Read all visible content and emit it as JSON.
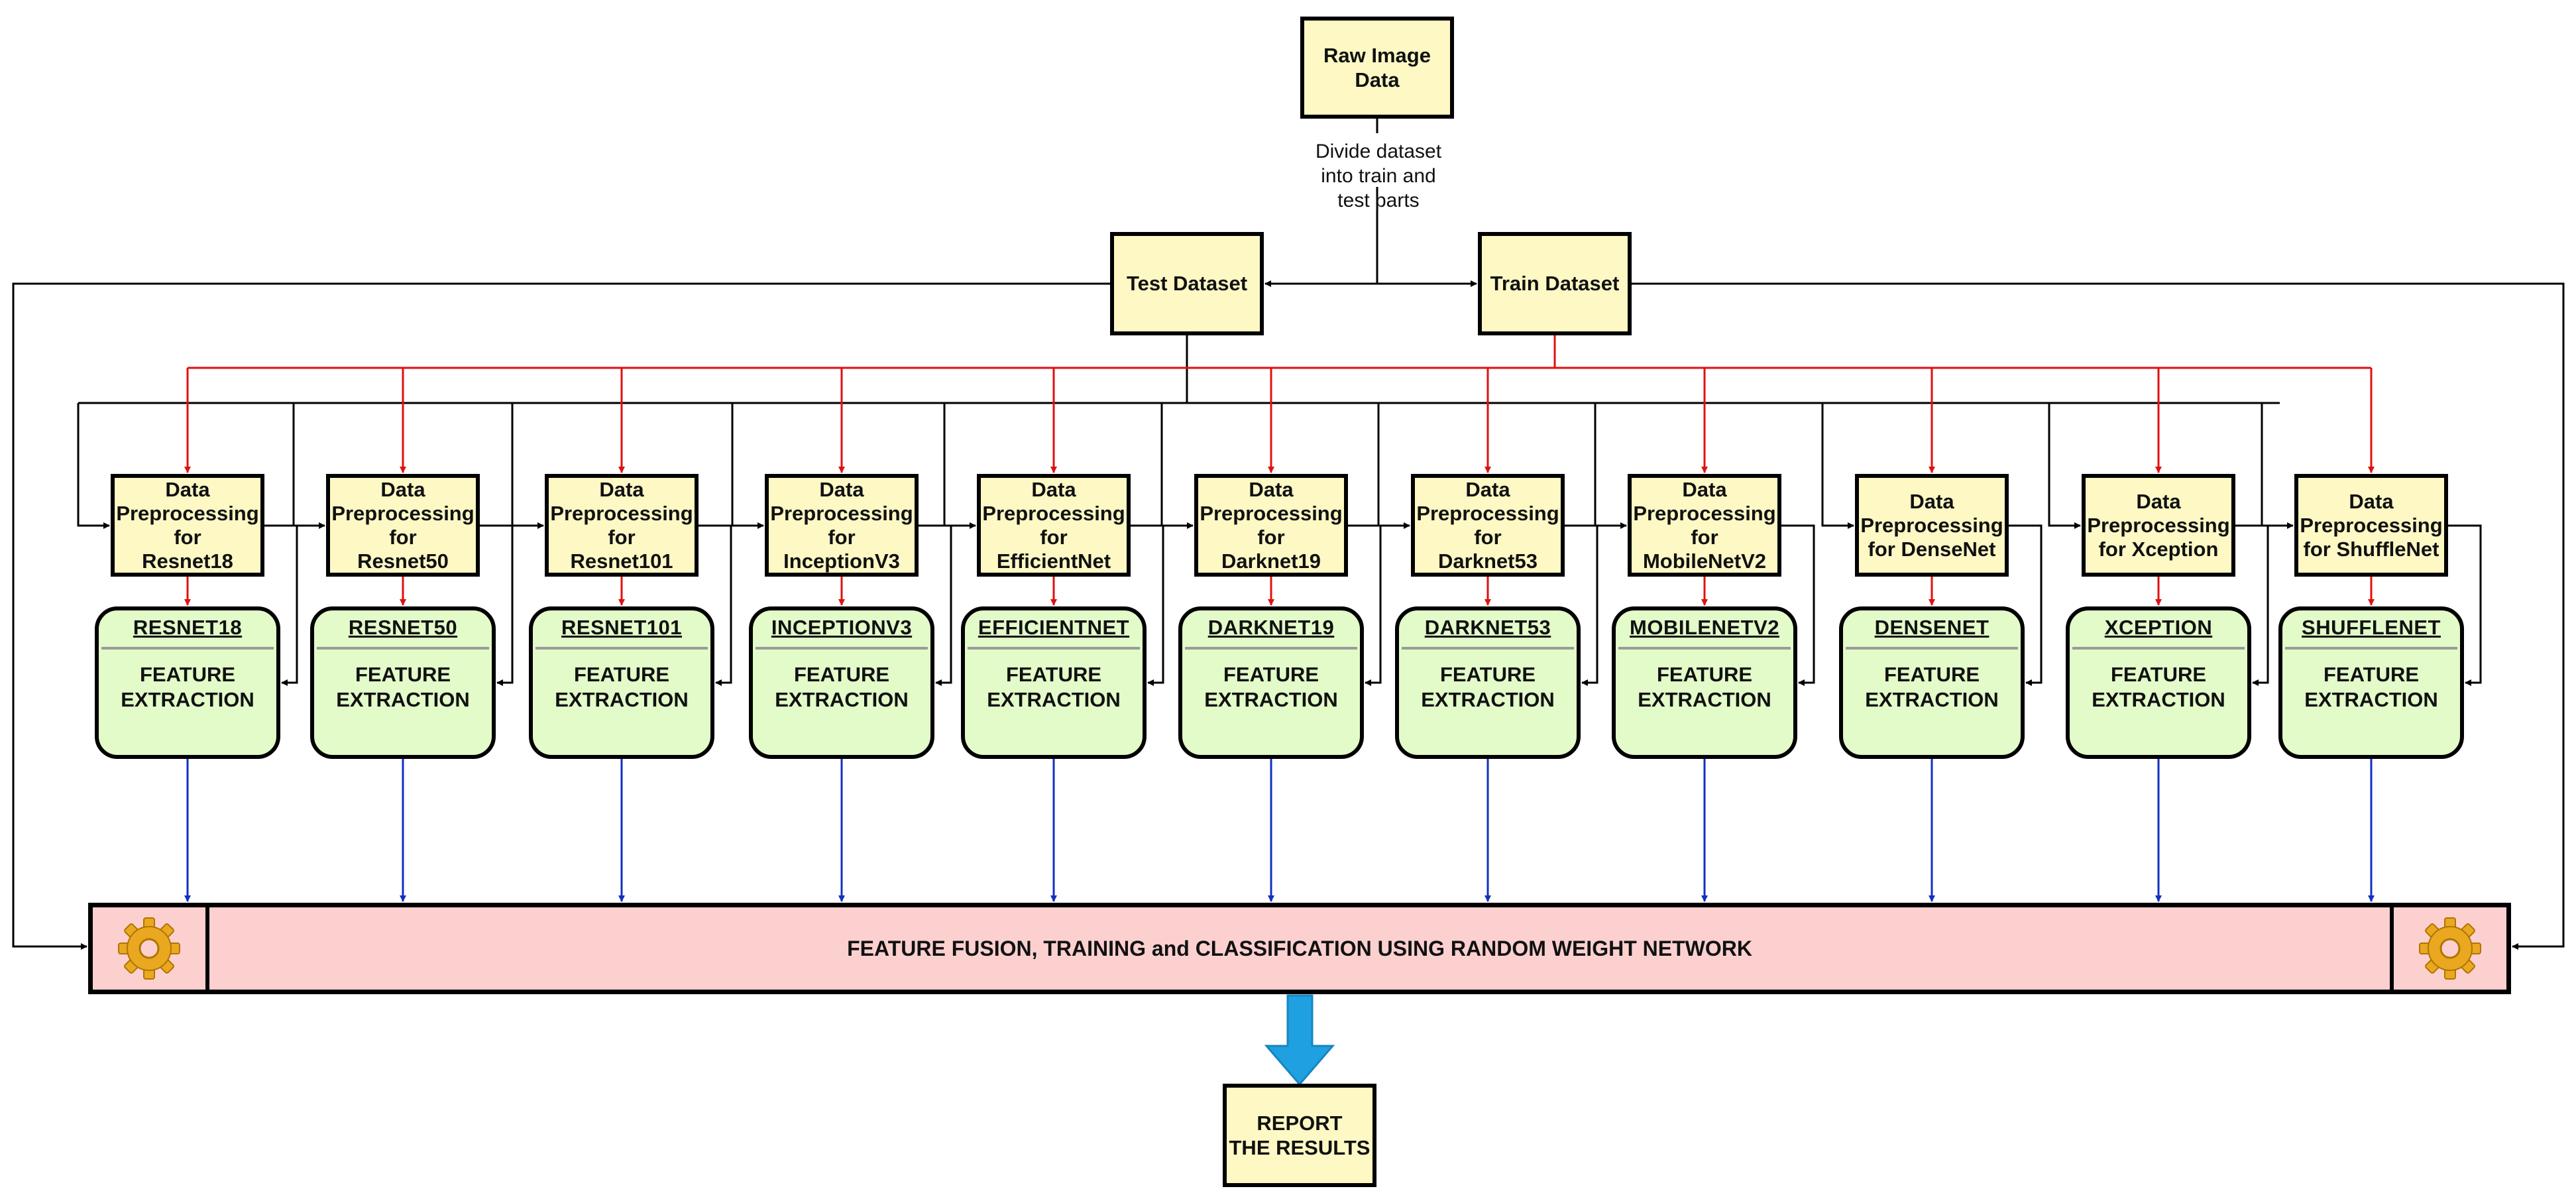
{
  "raw": "Raw Image\nData",
  "divide": "Divide dataset\ninto train and\ntest parts",
  "test": "Test Dataset",
  "train": "Train Dataset",
  "fusion": "FEATURE FUSION, TRAINING and CLASSIFICATION USING RANDOM WEIGHT NETWORK",
  "report": "REPORT\nTHE RESULTS",
  "feature_text": "FEATURE\nEXTRACTION",
  "icons": [
    "gear-icon",
    "down-arrow-icon"
  ],
  "colors": {
    "box_fill": "#fdf8c4",
    "feature_fill": "#e2fbc9",
    "fusion_fill": "#fdd0d0",
    "train_lines": "#e01010",
    "feature_lines": "#1030c0",
    "report_arrow": "#1fa0e0"
  },
  "models": [
    {
      "pre": "Data\nPreprocessing\nfor\nResnet18",
      "name": "RESNET18"
    },
    {
      "pre": "Data\nPreprocessing\nfor\nResnet50",
      "name": "RESNET50"
    },
    {
      "pre": "Data\nPreprocessing\nfor\nResnet101",
      "name": "RESNET101"
    },
    {
      "pre": "Data\nPreprocessing\nfor\nInceptionV3",
      "name": "INCEPTIONV3"
    },
    {
      "pre": "Data\nPreprocessing\nfor\nEfficientNet",
      "name": "EFFICIENTNET"
    },
    {
      "pre": "Data\nPreprocessing\nfor\nDarknet19",
      "name": "DARKNET19"
    },
    {
      "pre": "Data\nPreprocessing\nfor\nDarknet53",
      "name": "DARKNET53"
    },
    {
      "pre": "Data\nPreprocessing\nfor\nMobileNetV2",
      "name": "MOBILENETV2"
    },
    {
      "pre": "Data\nPreprocessing\nfor DenseNet",
      "name": "DENSENET"
    },
    {
      "pre": "Data\nPreprocessing\nfor Xception",
      "name": "XCEPTION"
    },
    {
      "pre": "Data\nPreprocessing\nfor ShuffleNet",
      "name": "SHUFFLENET"
    }
  ]
}
